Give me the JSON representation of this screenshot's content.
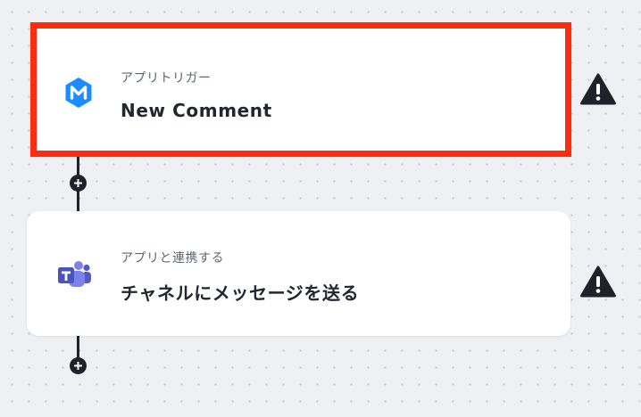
{
  "flow": {
    "steps": [
      {
        "subtitle": "アプリトリガー",
        "title": "New Comment",
        "app_icon": "m-hexagon-icon",
        "selected": true,
        "highlight_color": "#fa2d0f",
        "status_icon": "warning-icon"
      },
      {
        "subtitle": "アプリと連携する",
        "title": "チャネルにメッセージを送る",
        "app_icon": "teams-icon",
        "selected": false,
        "status_icon": "warning-icon"
      }
    ],
    "add_step_icon": "plus-icon"
  },
  "colors": {
    "canvas": "#eef0f4",
    "connector": "#1f2329",
    "highlight": "#fa2d0f",
    "m_brand": "#1a8cff",
    "teams_brand": "#5059c9"
  }
}
